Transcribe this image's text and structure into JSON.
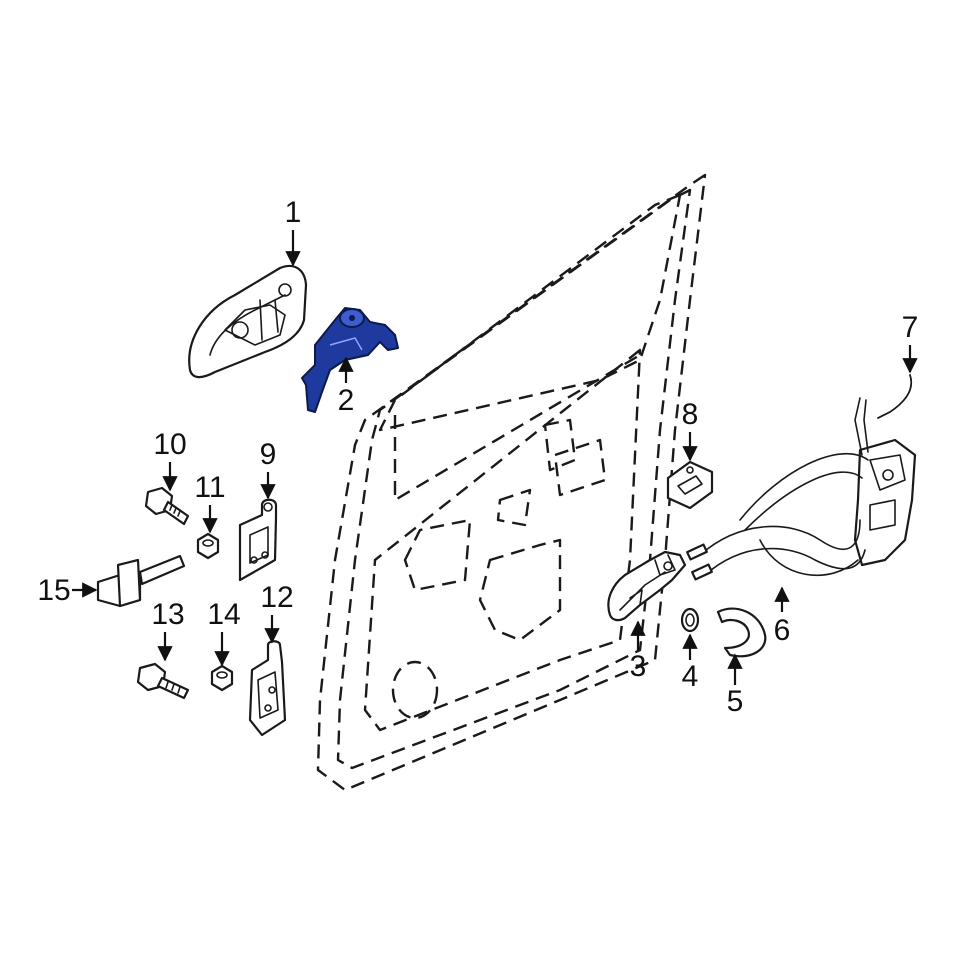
{
  "diagram": {
    "highlight_color": "#1e3a9e",
    "line_color": "#1a1a1a",
    "callouts": [
      {
        "id": "1",
        "label": "1"
      },
      {
        "id": "2",
        "label": "2"
      },
      {
        "id": "3",
        "label": "3"
      },
      {
        "id": "4",
        "label": "4"
      },
      {
        "id": "5",
        "label": "5"
      },
      {
        "id": "6",
        "label": "6"
      },
      {
        "id": "7",
        "label": "7"
      },
      {
        "id": "8",
        "label": "8"
      },
      {
        "id": "9",
        "label": "9"
      },
      {
        "id": "10",
        "label": "10"
      },
      {
        "id": "11",
        "label": "11"
      },
      {
        "id": "12",
        "label": "12"
      },
      {
        "id": "13",
        "label": "13"
      },
      {
        "id": "14",
        "label": "14"
      },
      {
        "id": "15",
        "label": "15"
      }
    ]
  }
}
